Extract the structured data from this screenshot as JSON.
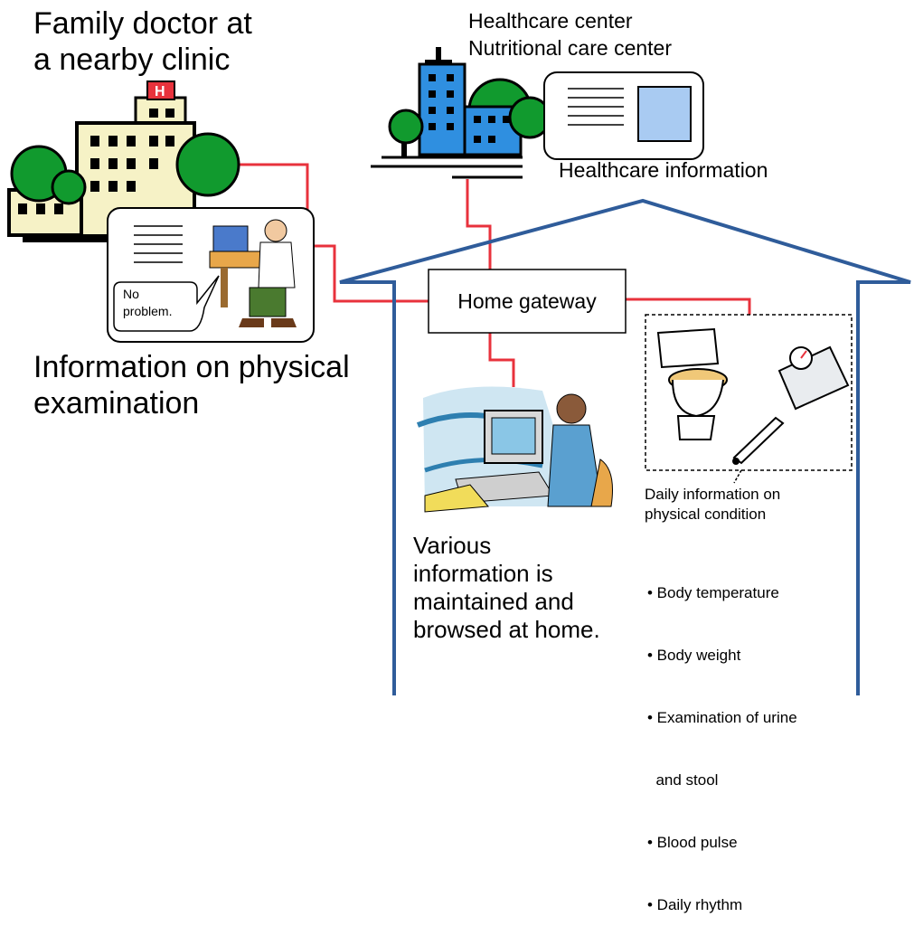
{
  "clinic": {
    "title_line1": "Family doctor at",
    "title_line2": "a nearby clinic",
    "bubble_line1": "No",
    "bubble_line2": "problem.",
    "caption_line1": "Information on physical",
    "caption_line2": "examination"
  },
  "center": {
    "line1": "Healthcare center",
    "line2": "Nutritional care center",
    "info_label": "Healthcare information"
  },
  "gateway": {
    "label": "Home gateway"
  },
  "browse": {
    "lines": [
      "Various",
      "information is",
      "maintained and",
      "browsed at home."
    ]
  },
  "daily": {
    "title_line1": "Daily information on",
    "title_line2": "physical condition",
    "bullets": [
      "• Body temperature",
      "• Body weight",
      "• Examination of urine",
      "  and stool",
      "• Blood pulse",
      "• Daily rhythm"
    ]
  },
  "colors": {
    "link_red": "#e8323c",
    "house_blue": "#2f5c9a",
    "tree_green": "#119a2e",
    "building_blue": "#2f8fe0",
    "clinic_cream": "#f6f2c6"
  }
}
